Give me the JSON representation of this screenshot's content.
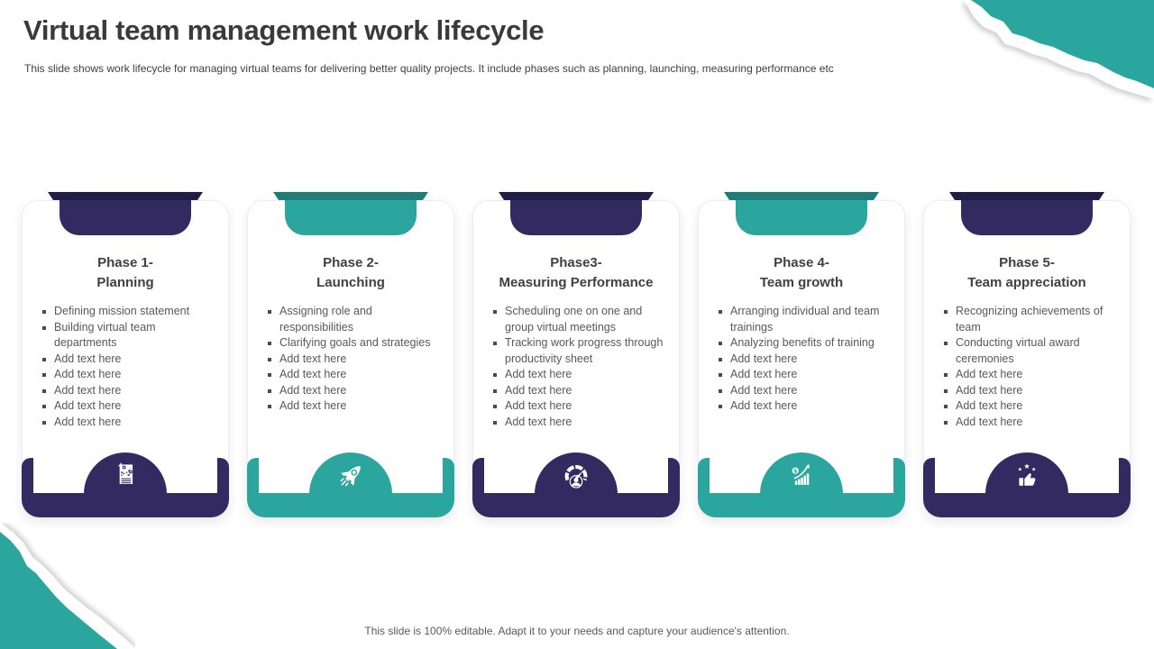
{
  "slide": {
    "title": "Virtual team management work lifecycle",
    "subtitle": "This slide shows work lifecycle for managing virtual teams for delivering better quality projects. It include phases such as planning, launching, measuring performance etc",
    "footer": "This slide is 100% editable. Adapt it to your needs and capture your audience's attention."
  },
  "colors": {
    "purple": "#332a62",
    "purple_dark": "#221c48",
    "teal": "#2aa69f",
    "teal_dark": "#1e7d78",
    "title_text": "#3a3a3a",
    "body_text": "#595959"
  },
  "phases": [
    {
      "theme": "purple",
      "icon": "strategy-document-icon",
      "title_line1": "Phase 1-",
      "title_line2": "Planning",
      "bullets": [
        "Defining mission statement",
        "Building virtual team departments",
        "Add text here",
        "Add text here",
        "Add text here",
        "Add text here",
        "Add text here"
      ]
    },
    {
      "theme": "teal",
      "icon": "rocket-icon",
      "title_line1": "Phase 2-",
      "title_line2": "Launching",
      "bullets": [
        "Assigning role and responsibilities",
        "Clarifying goals and strategies",
        "Add text here",
        "Add text here",
        "Add text here",
        "Add text here"
      ]
    },
    {
      "theme": "purple",
      "icon": "performance-gauge-icon",
      "title_line1": "Phase3-",
      "title_line2": "Measuring Performance",
      "bullets": [
        "Scheduling one on one and group virtual meetings",
        "Tracking work progress through productivity sheet",
        "Add text here",
        "Add text here",
        "Add text here",
        "Add text here"
      ]
    },
    {
      "theme": "teal",
      "icon": "growth-chart-icon",
      "title_line1": "Phase 4-",
      "title_line2": "Team growth",
      "bullets": [
        "Arranging individual and team trainings",
        "Analyzing benefits of training",
        "Add text here",
        "Add text here",
        "Add text here",
        "Add text here"
      ]
    },
    {
      "theme": "purple",
      "icon": "thumbs-up-stars-icon",
      "title_line1": "Phase 5-",
      "title_line2": "Team appreciation",
      "bullets": [
        "Recognizing achievements of team",
        "Conducting virtual award ceremonies",
        "Add text here",
        "Add text here",
        "Add text here",
        "Add text here"
      ]
    }
  ]
}
